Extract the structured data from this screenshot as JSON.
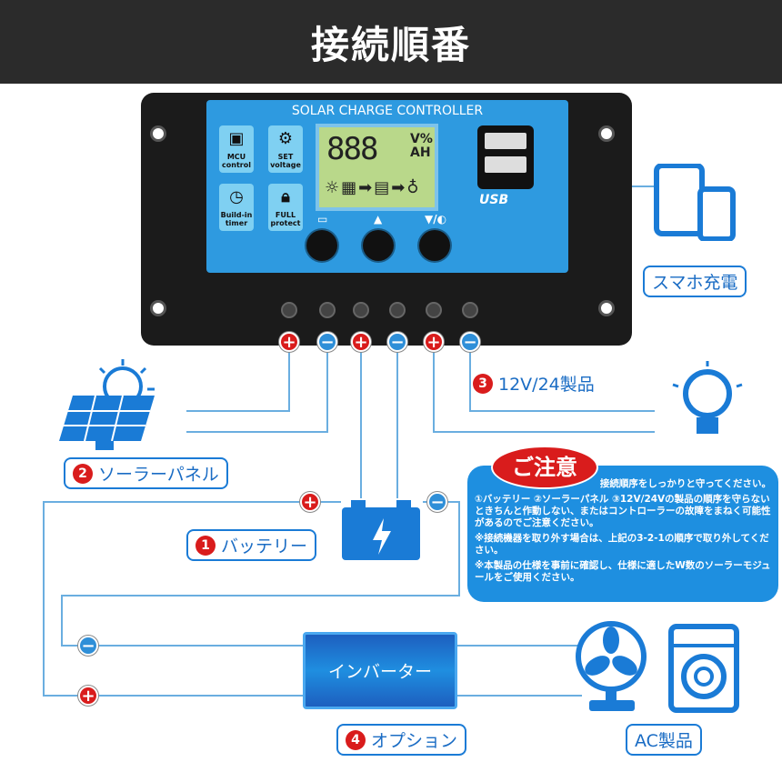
{
  "header": {
    "title": "接続順番"
  },
  "controller": {
    "title": "SOLAR CHARGE CONTROLLER",
    "features": [
      {
        "icon": "chip-icon",
        "label": "MCU control"
      },
      {
        "icon": "gear-icon",
        "label": "SET voltage"
      },
      {
        "icon": "clock-icon",
        "label": "Build-in timer"
      },
      {
        "icon": "lock-icon",
        "label": "FULL protect"
      }
    ],
    "lcd_digits": "888",
    "lcd_units_top": "V%",
    "lcd_units_bottom": "AH",
    "usb_label": "USB",
    "terminal_polarity": [
      "+",
      "−",
      "+",
      "−",
      "+",
      "−"
    ]
  },
  "labels": {
    "smartphone": "スマホ充電",
    "load": {
      "num": "3",
      "text": "12V/24製品"
    },
    "solar": {
      "num": "2",
      "text": "ソーラーパネル"
    },
    "battery": {
      "num": "1",
      "text": "バッテリー"
    },
    "option": {
      "num": "4",
      "text": "オプション"
    },
    "ac": "AC製品",
    "inverter": "インバーター"
  },
  "notice": {
    "title": "ご注意",
    "line1": "接続順序をしっかりと守ってください。",
    "line2": "①バッテリー ②ソーラーパネル ③12V/24Vの製品の順序を守らないときちんと作動しない、またはコントローラーの故障をまねく可能性があるのでご注意ください。",
    "line3": "※接続機器を取り外す場合は、上記の3-2-1の順序で取り外してください。",
    "line4": "※本製品の仕様を事前に確認し、仕様に適したW数のソーラーモジュールをご使用ください。"
  },
  "colors": {
    "accent": "#1a7bd6",
    "positive": "#d91c1c",
    "negative": "#2f8fd8",
    "header": "#2b2b2b"
  }
}
